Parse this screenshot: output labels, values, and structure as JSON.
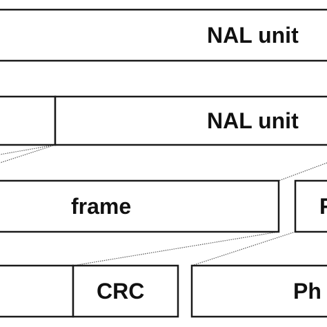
{
  "diagram": {
    "row1": {
      "nal_unit_label": "NAL unit"
    },
    "row2": {
      "nal_unit_label": "NAL unit"
    },
    "row3": {
      "frame_label": "frame",
      "partial_right_label": "F"
    },
    "row4": {
      "crc_label": "CRC",
      "partial_right_label": "Ph"
    }
  }
}
